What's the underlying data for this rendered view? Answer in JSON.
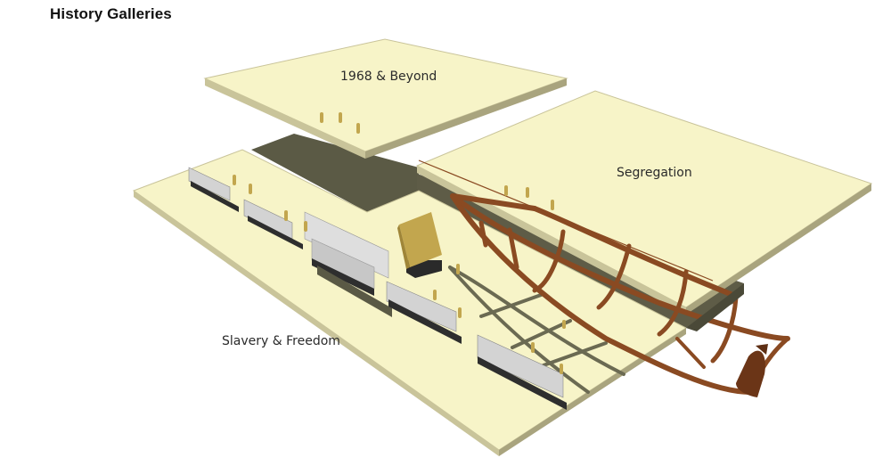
{
  "header": {
    "title": "History Galleries"
  },
  "galleries": [
    {
      "id": "upper",
      "label": "1968 & Beyond"
    },
    {
      "id": "segregation",
      "label": "Segregation"
    },
    {
      "id": "slavery",
      "label": "Slavery & Freedom"
    }
  ],
  "colors": {
    "floor": "#f7f4c8",
    "floor_edge": "#c9c49a",
    "floor_side": "#a9a47e",
    "shadow": "#5b5a45",
    "wood": "#8a4a22",
    "wood_dark": "#5e2f14",
    "case_glass": "#cfcfcf",
    "case_base": "#2e2e2e",
    "figure": "#c2a64e",
    "plinth_top": "#b79b4a"
  }
}
